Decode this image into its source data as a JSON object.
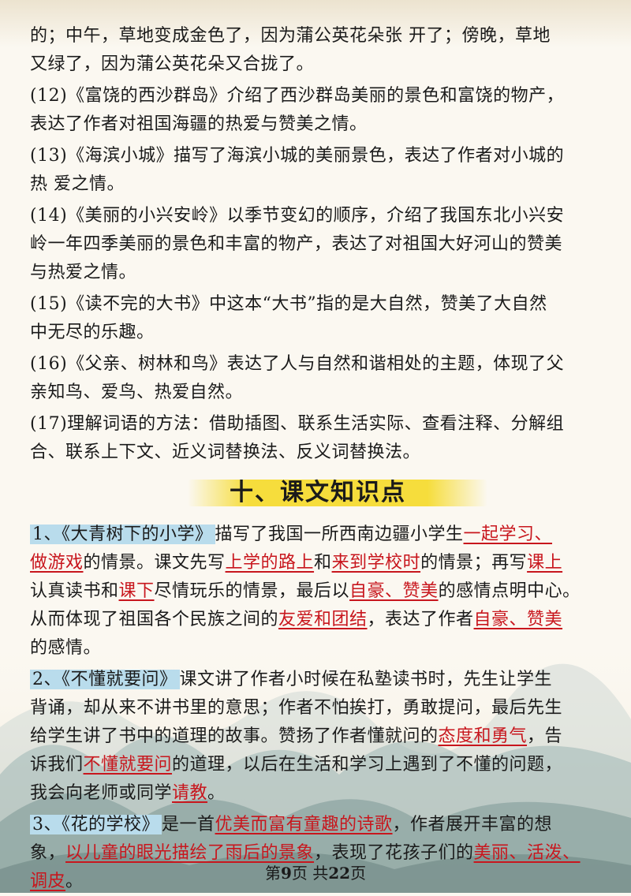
{
  "para_top": {
    "lines": [
      "的；中午，草地变成金色了，因为蒲公英花朵张 开了；傍晚，草地",
      "又绿了，因为蒲公英花朵又合拢了。"
    ]
  },
  "items": [
    {
      "lines": [
        "(12)《富饶的西沙群岛》介绍了西沙群岛美丽的景色和富饶的物产，",
        "表达了作者对祖国海疆的热爱与赞美之情。"
      ]
    },
    {
      "lines": [
        "(13)《海滨小城》描写了海滨小城的美丽景色，表达了作者对小城的",
        "热 爱之情。"
      ]
    },
    {
      "lines": [
        "(14)《美丽的小兴安岭》以季节变幻的顺序，介绍了我国东北小兴安",
        "岭一年四季美丽的景色和丰富的物产，表达了对祖国大好河山的赞美",
        "与热爱之情。"
      ]
    },
    {
      "lines": [
        "(15)《读不完的大书》中这本“大书”指的是大自然，赞美了大自然",
        "中无尽的乐趣。"
      ]
    },
    {
      "lines": [
        "(16)《父亲、树林和鸟》表达了人与自然和谐相处的主题，体现了父",
        "亲知鸟、爱鸟、热爱自然。"
      ]
    },
    {
      "lines": [
        "(17)理解词语的方法：借助插图、联系生活实际、查看注释、分解组",
        "合、联系上下文、近义词替换法、反义词替换法。"
      ]
    }
  ],
  "section": {
    "title": "十、课文知识点"
  },
  "k1": {
    "l1a": "1、《大青树下的小学》",
    "l1b": "描写了我国一所西南边疆小学生",
    "l1c": "一起学习、",
    "l2a": "做游戏",
    "l2b": "的情景。课文先写",
    "l2c": "上学的路上",
    "l2d": "和",
    "l2e": "来到学校时",
    "l2f": "的情景；再写",
    "l2g": "课上",
    "l3a": "认真读书和",
    "l3b": "课下",
    "l3c": "尽情玩乐的情景，最后以",
    "l3d": "自豪、赞美",
    "l3e": "的感情点明中心。",
    "l4a": "从而体现了祖国各个民族之间的",
    "l4b": "友爱和团结",
    "l4c": "，表达了作者",
    "l4d": "自豪、赞美",
    "l5a": "的感情。"
  },
  "k2": {
    "l1a": "2、《不懂就要问》",
    "l1b": "课文讲了作者小时候在私塾读书时，先生让学生",
    "l2": "背诵，却从来不讲书里的意思；作者不怕挨打，勇敢提问，最后先生",
    "l3a": "给学生讲了书中的道理的故事。赞扬了作者懂就问的",
    "l3b": "态度和勇气",
    "l3c": "，告",
    "l4a": "诉我们",
    "l4b": "不懂就要问",
    "l4c": "的道理，以后在生活和学习上遇到了不懂的问题，",
    "l5a": "我会向老师或同学",
    "l5b": "请教",
    "l5c": "。"
  },
  "k3": {
    "l1a": "3、《花的学校》",
    "l1b": "是一首",
    "l1c": "优美而富有童趣的诗歌",
    "l1d": "，作者展开丰富的想",
    "l2a": "象，",
    "l2b": "以儿童的眼光描绘了雨后的景象",
    "l2c": "，表现了花孩子们的",
    "l2d": "美丽、活泼、",
    "l3a": "调皮",
    "l3b": "。"
  },
  "footer": {
    "pre": "第",
    "page": "9",
    "mid": "页 共",
    "total": "22",
    "post": "页"
  },
  "colors": {
    "red": "#c8161d",
    "highlight": "#b9dcec",
    "band": "#f6dd3c"
  }
}
